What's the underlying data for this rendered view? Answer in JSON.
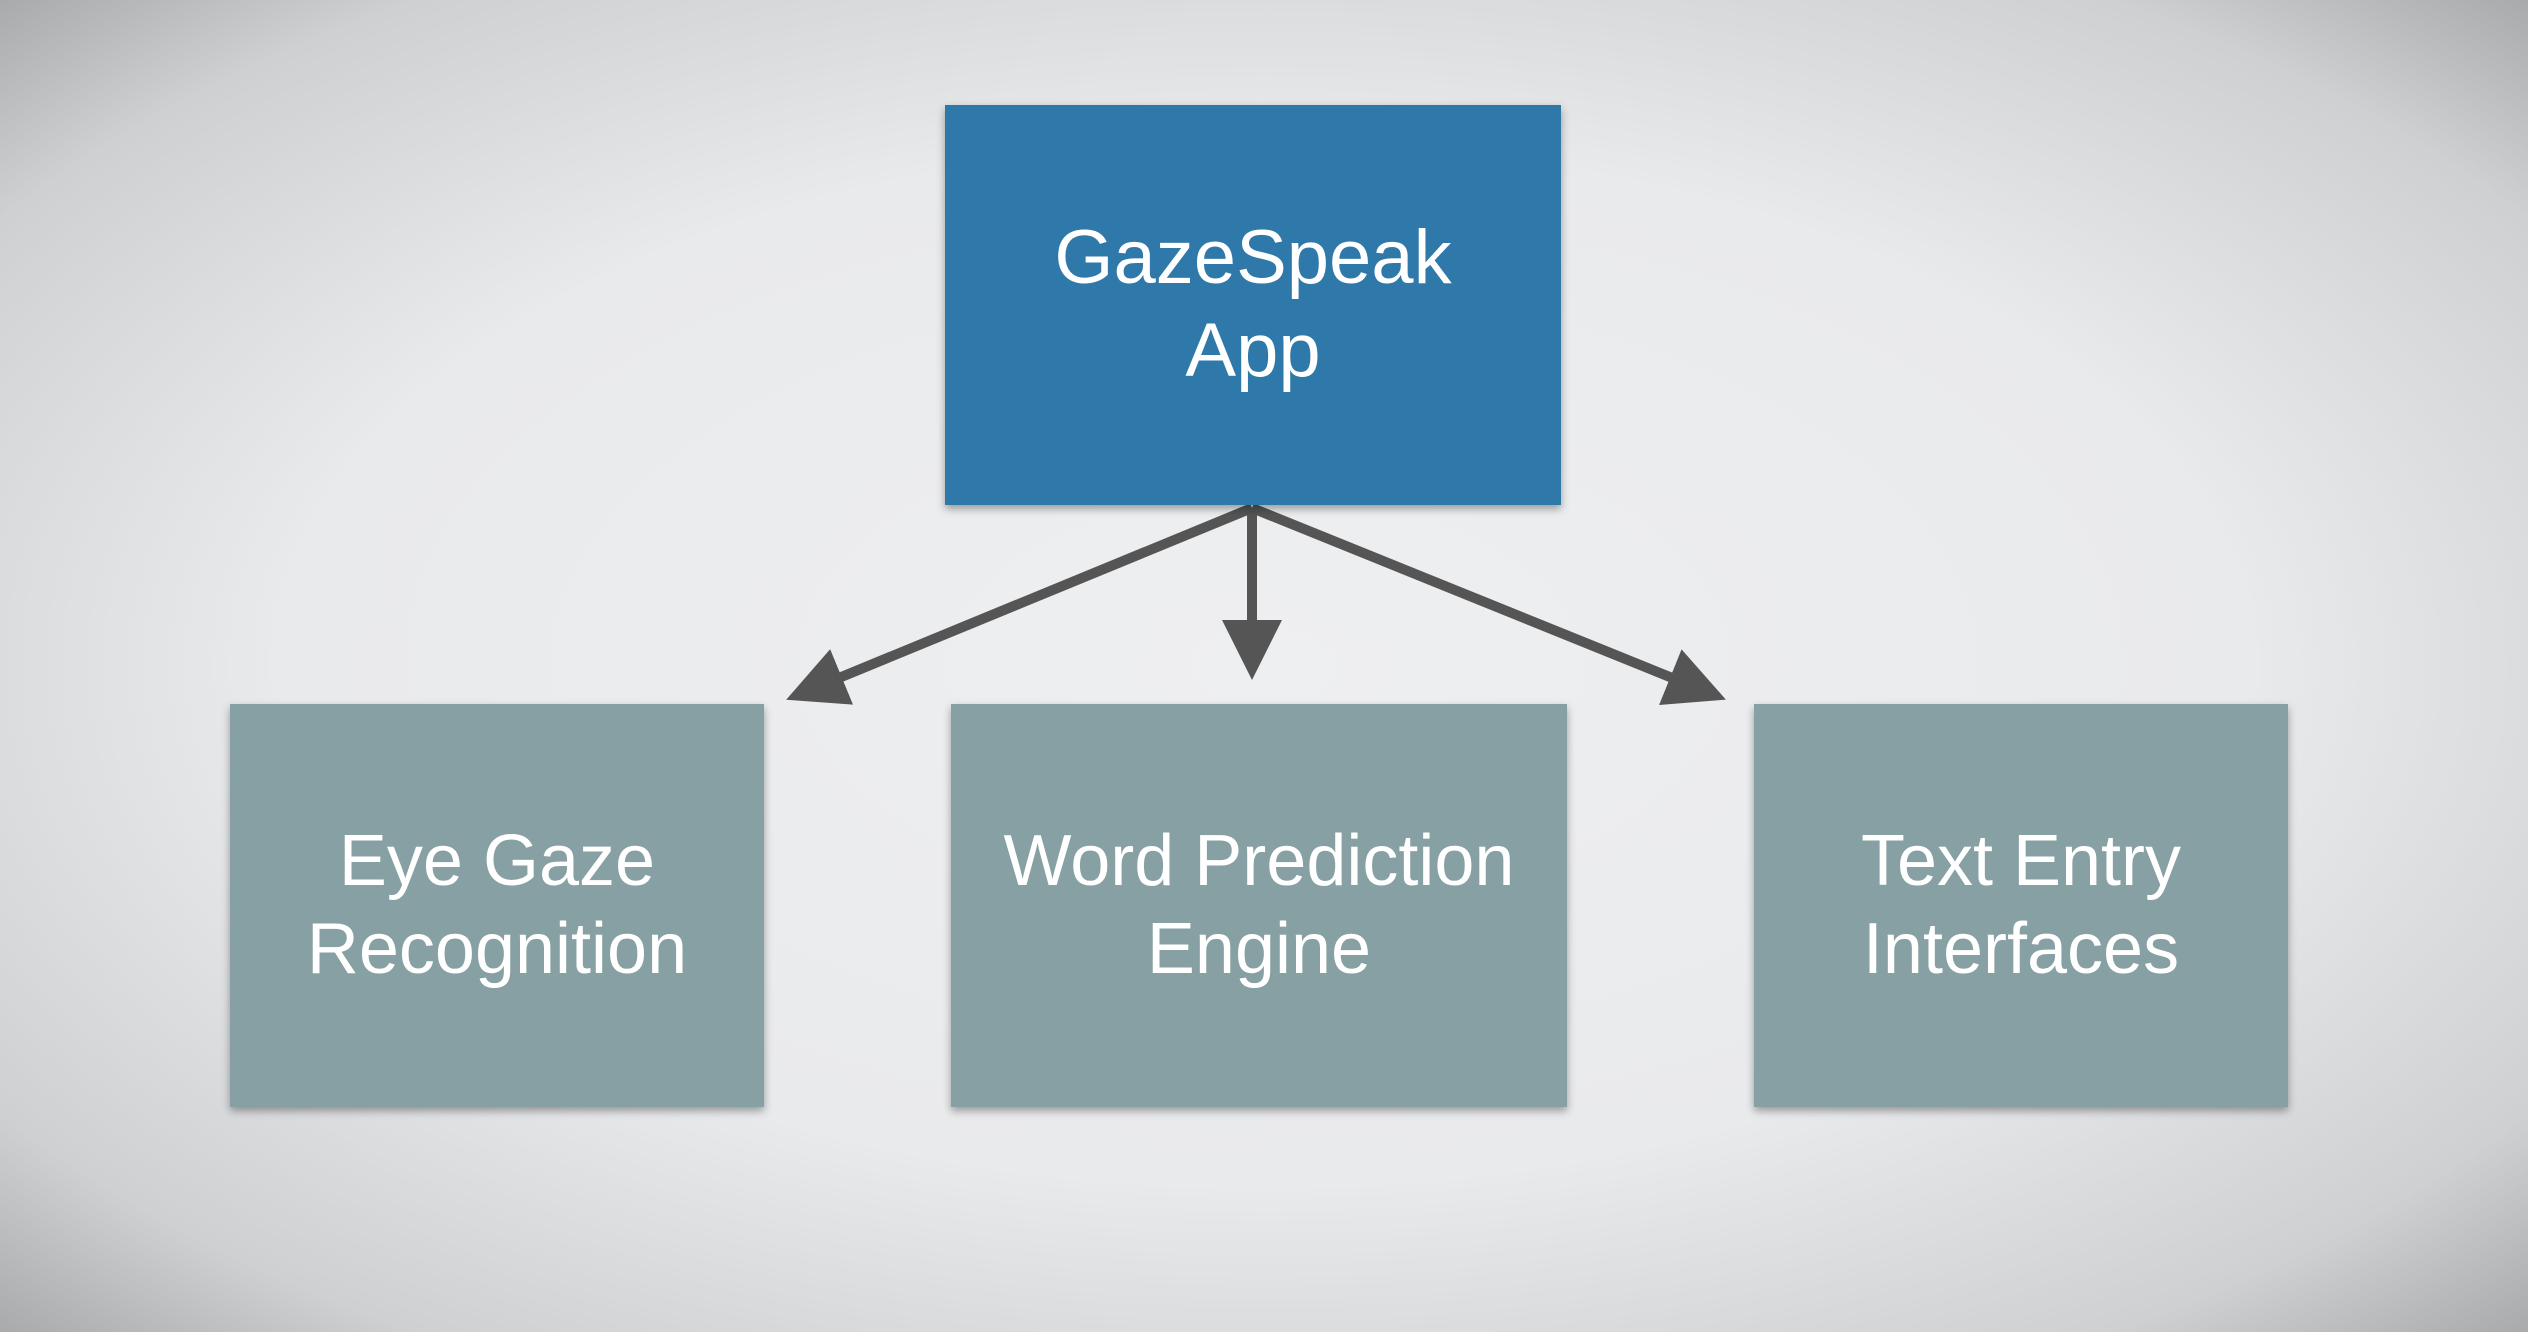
{
  "diagram": {
    "root": {
      "line1": "GazeSpeak",
      "line2": "App"
    },
    "children": [
      {
        "line1": "Eye Gaze",
        "line2": "Recognition"
      },
      {
        "line1": "Word Prediction",
        "line2": "Engine"
      },
      {
        "line1": "Text Entry",
        "line2": "Interfaces"
      }
    ],
    "colors": {
      "root": "#2f79aa",
      "child": "#87a0a3",
      "arrow": "#555555"
    }
  }
}
